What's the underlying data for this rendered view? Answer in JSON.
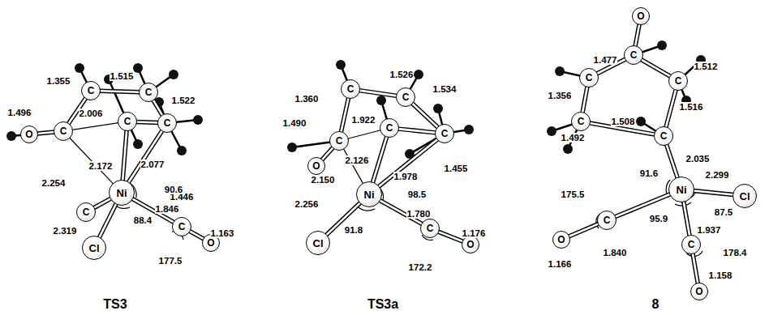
{
  "diagram": {
    "nodes": [
      {
        "text": [
          "C"
        ]
      },
      {
        "text": [
          "C"
        ]
      },
      {
        "text": [
          "C"
        ]
      },
      {
        "text": [
          "C"
        ]
      },
      {
        "text": [
          "C"
        ]
      },
      {
        "text": [
          "O"
        ]
      },
      {
        "text": [
          "Ni"
        ]
      },
      {
        "text": [
          "C"
        ]
      },
      {
        "text": [
          "Cl"
        ]
      },
      {
        "text": [
          "C"
        ]
      },
      {
        "text": [
          "O"
        ]
      },
      {
        "text": [
          "C"
        ]
      },
      {
        "text": [
          "C"
        ]
      },
      {
        "text": [
          "C"
        ]
      },
      {
        "text": [
          "C"
        ]
      },
      {
        "text": [
          "C"
        ]
      },
      {
        "text": [
          "O"
        ]
      },
      {
        "text": [
          "Ni"
        ]
      },
      {
        "text": [
          "Cl"
        ]
      },
      {
        "text": [
          "C"
        ]
      },
      {
        "text": [
          "O"
        ]
      },
      {
        "text": [
          "O"
        ]
      },
      {
        "text": [
          "C"
        ]
      },
      {
        "text": [
          "C"
        ]
      },
      {
        "text": [
          "C"
        ]
      },
      {
        "text": [
          "C"
        ]
      },
      {
        "text": [
          "C"
        ]
      },
      {
        "text": [
          "Ni"
        ]
      },
      {
        "text": [
          "Cl"
        ]
      },
      {
        "text": [
          "C"
        ]
      },
      {
        "text": [
          "O"
        ]
      },
      {
        "text": [
          "C"
        ]
      },
      {
        "text": [
          "O"
        ]
      }
    ],
    "edges": [
      {
        "from": 0,
        "to": 4,
        "arrow": "none"
      },
      {
        "from": 0,
        "to": 1,
        "arrow": "none"
      },
      {
        "from": 1,
        "to": 3,
        "arrow": "none"
      },
      {
        "from": 2,
        "to": 3,
        "arrow": "none"
      },
      {
        "from": 2,
        "to": 4,
        "arrow": "none"
      },
      {
        "from": 4,
        "to": 5,
        "arrow": "none"
      },
      {
        "from": 4,
        "to": 6,
        "arrow": "none"
      },
      {
        "from": 2,
        "to": 6,
        "arrow": "none"
      },
      {
        "from": 3,
        "to": 6,
        "arrow": "none"
      },
      {
        "from": 6,
        "to": 7,
        "arrow": "none"
      },
      {
        "from": 6,
        "to": 8,
        "arrow": "none"
      },
      {
        "from": 6,
        "to": 9,
        "arrow": "none"
      },
      {
        "from": 9,
        "to": 10,
        "arrow": "none"
      },
      {
        "from": 11,
        "to": 15,
        "arrow": "none"
      },
      {
        "from": 11,
        "to": 12,
        "arrow": "none"
      },
      {
        "from": 12,
        "to": 14,
        "arrow": "none"
      },
      {
        "from": 13,
        "to": 14,
        "arrow": "none"
      },
      {
        "from": 13,
        "to": 15,
        "arrow": "none"
      },
      {
        "from": 15,
        "to": 16,
        "arrow": "none"
      },
      {
        "from": 15,
        "to": 17,
        "arrow": "none"
      },
      {
        "from": 13,
        "to": 17,
        "arrow": "none"
      },
      {
        "from": 14,
        "to": 17,
        "arrow": "none"
      },
      {
        "from": 17,
        "to": 18,
        "arrow": "none"
      },
      {
        "from": 17,
        "to": 19,
        "arrow": "none"
      },
      {
        "from": 19,
        "to": 20,
        "arrow": "none"
      },
      {
        "from": 21,
        "to": 22,
        "arrow": "none"
      },
      {
        "from": 22,
        "to": 23,
        "arrow": "none"
      },
      {
        "from": 22,
        "to": 24,
        "arrow": "none"
      },
      {
        "from": 23,
        "to": 25,
        "arrow": "none"
      },
      {
        "from": 24,
        "to": 26,
        "arrow": "none"
      },
      {
        "from": 25,
        "to": 26,
        "arrow": "none"
      },
      {
        "from": 26,
        "to": 27,
        "arrow": "none"
      },
      {
        "from": 27,
        "to": 28,
        "arrow": "none"
      },
      {
        "from": 27,
        "to": 29,
        "arrow": "none"
      },
      {
        "from": 29,
        "to": 30,
        "arrow": "none"
      },
      {
        "from": 27,
        "to": 31,
        "arrow": "none"
      },
      {
        "from": 31,
        "to": 32,
        "arrow": "none"
      }
    ],
    "labels": [
      "1.355",
      "1.515",
      "1.522",
      "1.496",
      "2.006",
      "2.172",
      "2.077",
      "1.446",
      "2.254",
      "90.6",
      "88.4",
      "1.846",
      "2.319",
      "1.163",
      "177.5",
      "TS3",
      "1.360",
      "1.526",
      "1.534",
      "1.490",
      "1.922",
      "2.126",
      "1.455",
      "1.978",
      "2.150",
      "98.5",
      "2.256",
      "1.780",
      "91.8",
      "1.176",
      "172.2",
      "TS3a",
      "1.477",
      "1.512",
      "1.356",
      "1.516",
      "1.492",
      "1.508",
      "2.035",
      "91.6",
      "2.299",
      "175.5",
      "87.5",
      "95.9",
      "1.840",
      "1.937",
      "178.4",
      "1.166",
      "1.158",
      "8"
    ]
  }
}
